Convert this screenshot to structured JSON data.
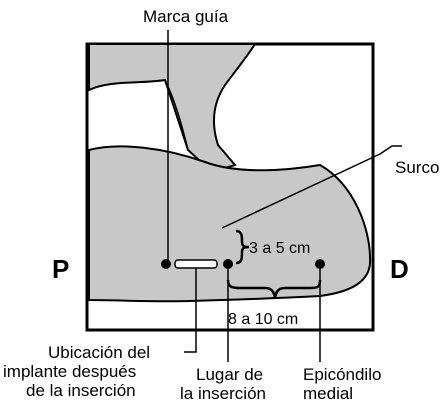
{
  "labels": {
    "guide_mark": "Marca guía",
    "groove": "Surco",
    "proximal": "P",
    "distal": "D",
    "dist_short": "3 a 5 cm",
    "dist_long": "8 a 10 cm",
    "implant_loc_1": "Ubicación del",
    "implant_loc_2": "implante después",
    "implant_loc_3": "de la inserción",
    "insertion_site_1": "Lugar de",
    "insertion_site_2": "la inserción",
    "epicondyle_1": "Epicóndilo",
    "epicondyle_2": "medial"
  },
  "colors": {
    "arm_fill": "#c8c8c8",
    "background": "#ffffff",
    "outline": "#000000"
  }
}
